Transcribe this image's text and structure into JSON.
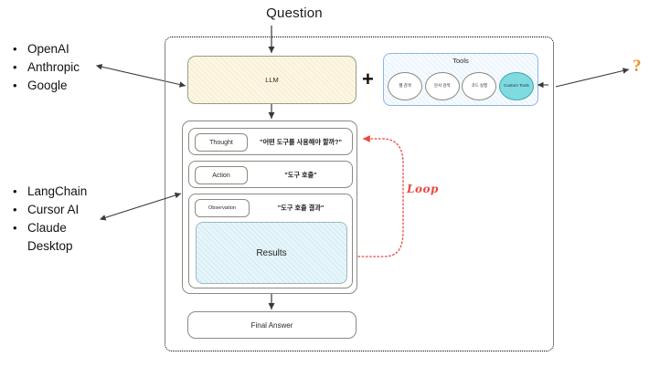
{
  "title": "Question",
  "colors": {
    "llm_fill": "#fdf6e3",
    "tools_fill": "#f6fbff",
    "tools_border": "#8fb6e0",
    "custom_tool_fill": "#7fdbe0",
    "results_fill": "#e6f6fa",
    "loop_red": "#e8473f",
    "question_mark": "#e8942a",
    "box_border": "#8a8a82"
  },
  "agent": {
    "llm": {
      "label": "LLM"
    },
    "plus": "+",
    "tools": {
      "title": "Tools",
      "items": [
        {
          "label": "웹 검색",
          "custom": false
        },
        {
          "label": "문서 검색",
          "custom": false
        },
        {
          "label": "코드 실행",
          "custom": false
        },
        {
          "label": "Custom Tools",
          "custom": true
        }
      ]
    },
    "reasoning": {
      "thought": {
        "tag": "Thought",
        "text": "\"어떤 도구를 사용해야 할까?\""
      },
      "action": {
        "tag": "Action",
        "text": "\"도구 호출\""
      },
      "observation": {
        "tag": "Observation",
        "text": "\"도구 호출 결과\"",
        "results_label": "Results"
      }
    },
    "final_answer": {
      "label": "Final Answer"
    },
    "loop_label": "Loop"
  },
  "annotations": {
    "providers": {
      "items": [
        "OpenAI",
        "Anthropic",
        "Google"
      ]
    },
    "frameworks": {
      "items": [
        "LangChain",
        "Cursor AI",
        "Claude\nDesktop"
      ]
    },
    "unknown": "?"
  }
}
